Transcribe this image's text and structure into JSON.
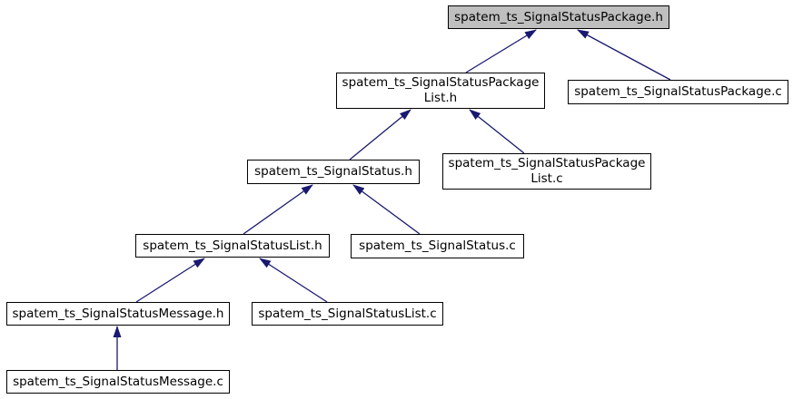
{
  "colors": {
    "edge": "#191970",
    "node_border": "#000000",
    "node_fill": "#ffffff",
    "highlight_fill": "#bfbfbf",
    "text": "#000000",
    "background": "#ffffff"
  },
  "nodes": [
    {
      "id": "package_h",
      "label": "spatem_ts_SignalStatusPackage.h",
      "highlighted": true
    },
    {
      "id": "packagelist_h",
      "label": "spatem_ts_SignalStatusPackage\nList.h",
      "highlighted": false
    },
    {
      "id": "package_c",
      "label": "spatem_ts_SignalStatusPackage.c",
      "highlighted": false
    },
    {
      "id": "status_h",
      "label": "spatem_ts_SignalStatus.h",
      "highlighted": false
    },
    {
      "id": "packagelist_c",
      "label": "spatem_ts_SignalStatusPackage\nList.c",
      "highlighted": false
    },
    {
      "id": "statuslist_h",
      "label": "spatem_ts_SignalStatusList.h",
      "highlighted": false
    },
    {
      "id": "status_c",
      "label": "spatem_ts_SignalStatus.c",
      "highlighted": false
    },
    {
      "id": "message_h",
      "label": "spatem_ts_SignalStatusMessage.h",
      "highlighted": false
    },
    {
      "id": "statuslist_c",
      "label": "spatem_ts_SignalStatusList.c",
      "highlighted": false
    },
    {
      "id": "message_c",
      "label": "spatem_ts_SignalStatusMessage.c",
      "highlighted": false
    }
  ],
  "edges": [
    {
      "from": "spatem_ts_SignalStatusPackageList.h",
      "to": "spatem_ts_SignalStatusPackage.h"
    },
    {
      "from": "spatem_ts_SignalStatusPackage.c",
      "to": "spatem_ts_SignalStatusPackage.h"
    },
    {
      "from": "spatem_ts_SignalStatus.h",
      "to": "spatem_ts_SignalStatusPackageList.h"
    },
    {
      "from": "spatem_ts_SignalStatusPackageList.c",
      "to": "spatem_ts_SignalStatusPackageList.h"
    },
    {
      "from": "spatem_ts_SignalStatusList.h",
      "to": "spatem_ts_SignalStatus.h"
    },
    {
      "from": "spatem_ts_SignalStatus.c",
      "to": "spatem_ts_SignalStatus.h"
    },
    {
      "from": "spatem_ts_SignalStatusMessage.h",
      "to": "spatem_ts_SignalStatusList.h"
    },
    {
      "from": "spatem_ts_SignalStatusList.c",
      "to": "spatem_ts_SignalStatusList.h"
    },
    {
      "from": "spatem_ts_SignalStatusMessage.c",
      "to": "spatem_ts_SignalStatusMessage.h"
    }
  ]
}
